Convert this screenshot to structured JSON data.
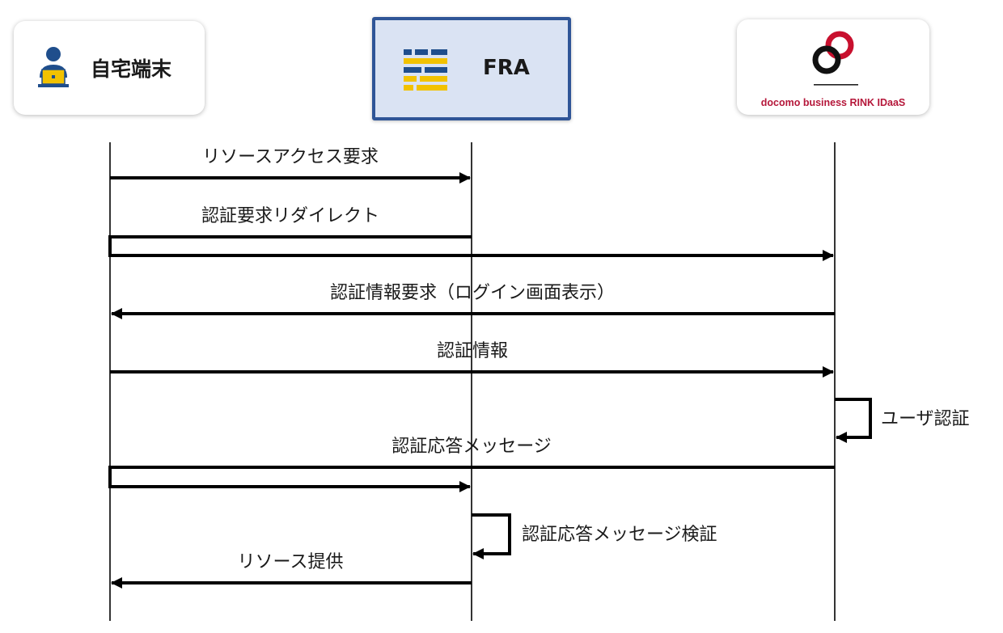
{
  "participants": {
    "home": {
      "label": "自宅端末",
      "icon": "user-laptop-icon"
    },
    "fra": {
      "label": "FRA",
      "icon": "firewall-brick-icon"
    },
    "idaas": {
      "label": "docomo business RINK IDaaS",
      "icon": "idaas-rings-logo"
    }
  },
  "messages": [
    {
      "label": "リソースアクセス要求",
      "from": "home",
      "to": "fra"
    },
    {
      "label": "認証要求リダイレクト",
      "from": "fra",
      "to": "idaas",
      "via": "home"
    },
    {
      "label": "認証情報要求（ログイン画面表示）",
      "from": "idaas",
      "to": "home"
    },
    {
      "label": "認証情報",
      "from": "home",
      "to": "idaas"
    },
    {
      "label": "ユーザ認証",
      "from": "idaas",
      "to": "idaas"
    },
    {
      "label": "認証応答メッセージ",
      "from": "idaas",
      "to": "fra",
      "via": "home"
    },
    {
      "label": "認証応答メッセージ検証",
      "from": "fra",
      "to": "fra"
    },
    {
      "label": "リソース提供",
      "from": "fra",
      "to": "home"
    }
  ],
  "colors": {
    "fra_fill": "#dae3f3",
    "fra_border": "#2f5597",
    "brand_red": "#b5173a",
    "icon_blue": "#1f4e8c",
    "icon_yellow": "#f2c200"
  }
}
